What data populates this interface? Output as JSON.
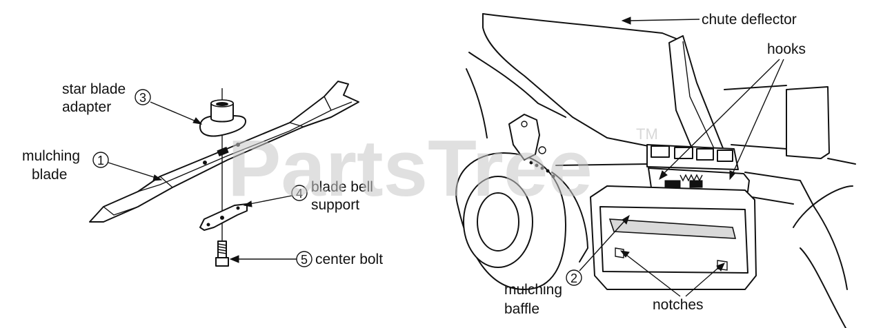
{
  "watermark": {
    "text": "PartsTree",
    "trademark": "TM"
  },
  "left_diagram": {
    "callouts": [
      {
        "number": "1",
        "line1": "mulching",
        "line2": "blade"
      },
      {
        "number": "3",
        "line1": "star blade",
        "line2": "adapter"
      },
      {
        "number": "4",
        "line1": "blade bell",
        "line2": "support"
      },
      {
        "number": "5",
        "line1": "center bolt"
      }
    ]
  },
  "right_diagram": {
    "labels": {
      "chute_deflector": "chute deflector",
      "hooks": "hooks",
      "notches": "notches"
    },
    "callouts": [
      {
        "number": "2",
        "line1": "mulching",
        "line2": "baffle"
      }
    ]
  }
}
